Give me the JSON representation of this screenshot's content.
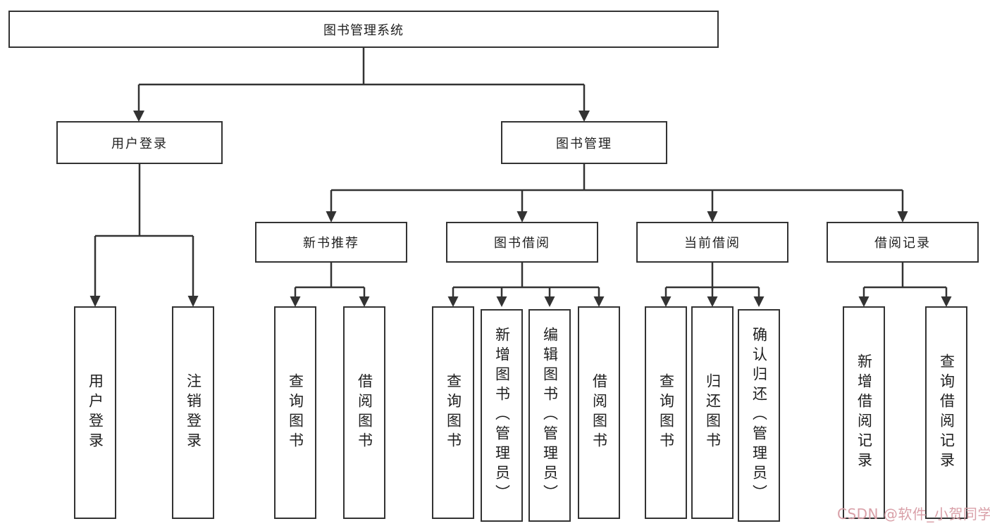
{
  "diagram": {
    "root": {
      "label": "图书管理系统"
    },
    "branches": [
      {
        "label": "用户登录",
        "children": [
          {
            "label": "用户登录"
          },
          {
            "label": "注销登录"
          }
        ]
      },
      {
        "label": "图书管理",
        "children": [
          {
            "label": "新书推荐",
            "children": [
              {
                "label": "查询图书"
              },
              {
                "label": "借阅图书"
              }
            ]
          },
          {
            "label": "图书借阅",
            "children": [
              {
                "label": "查询图书"
              },
              {
                "label": "新增图书（管理员）"
              },
              {
                "label": "编辑图书（管理员）"
              },
              {
                "label": "借阅图书"
              }
            ]
          },
          {
            "label": "当前借阅",
            "children": [
              {
                "label": "查询图书"
              },
              {
                "label": "归还图书"
              },
              {
                "label": "确认归还（管理员）"
              }
            ]
          },
          {
            "label": "借阅记录",
            "children": [
              {
                "label": "新增借阅记录"
              },
              {
                "label": "查询借阅记录"
              }
            ]
          }
        ]
      }
    ],
    "watermark": "CSDN @软件_小贺同学",
    "colors": {
      "line": "#333333",
      "text": "#1f1f1f",
      "watermark": "#d9a0a8",
      "background": "#ffffff"
    }
  }
}
